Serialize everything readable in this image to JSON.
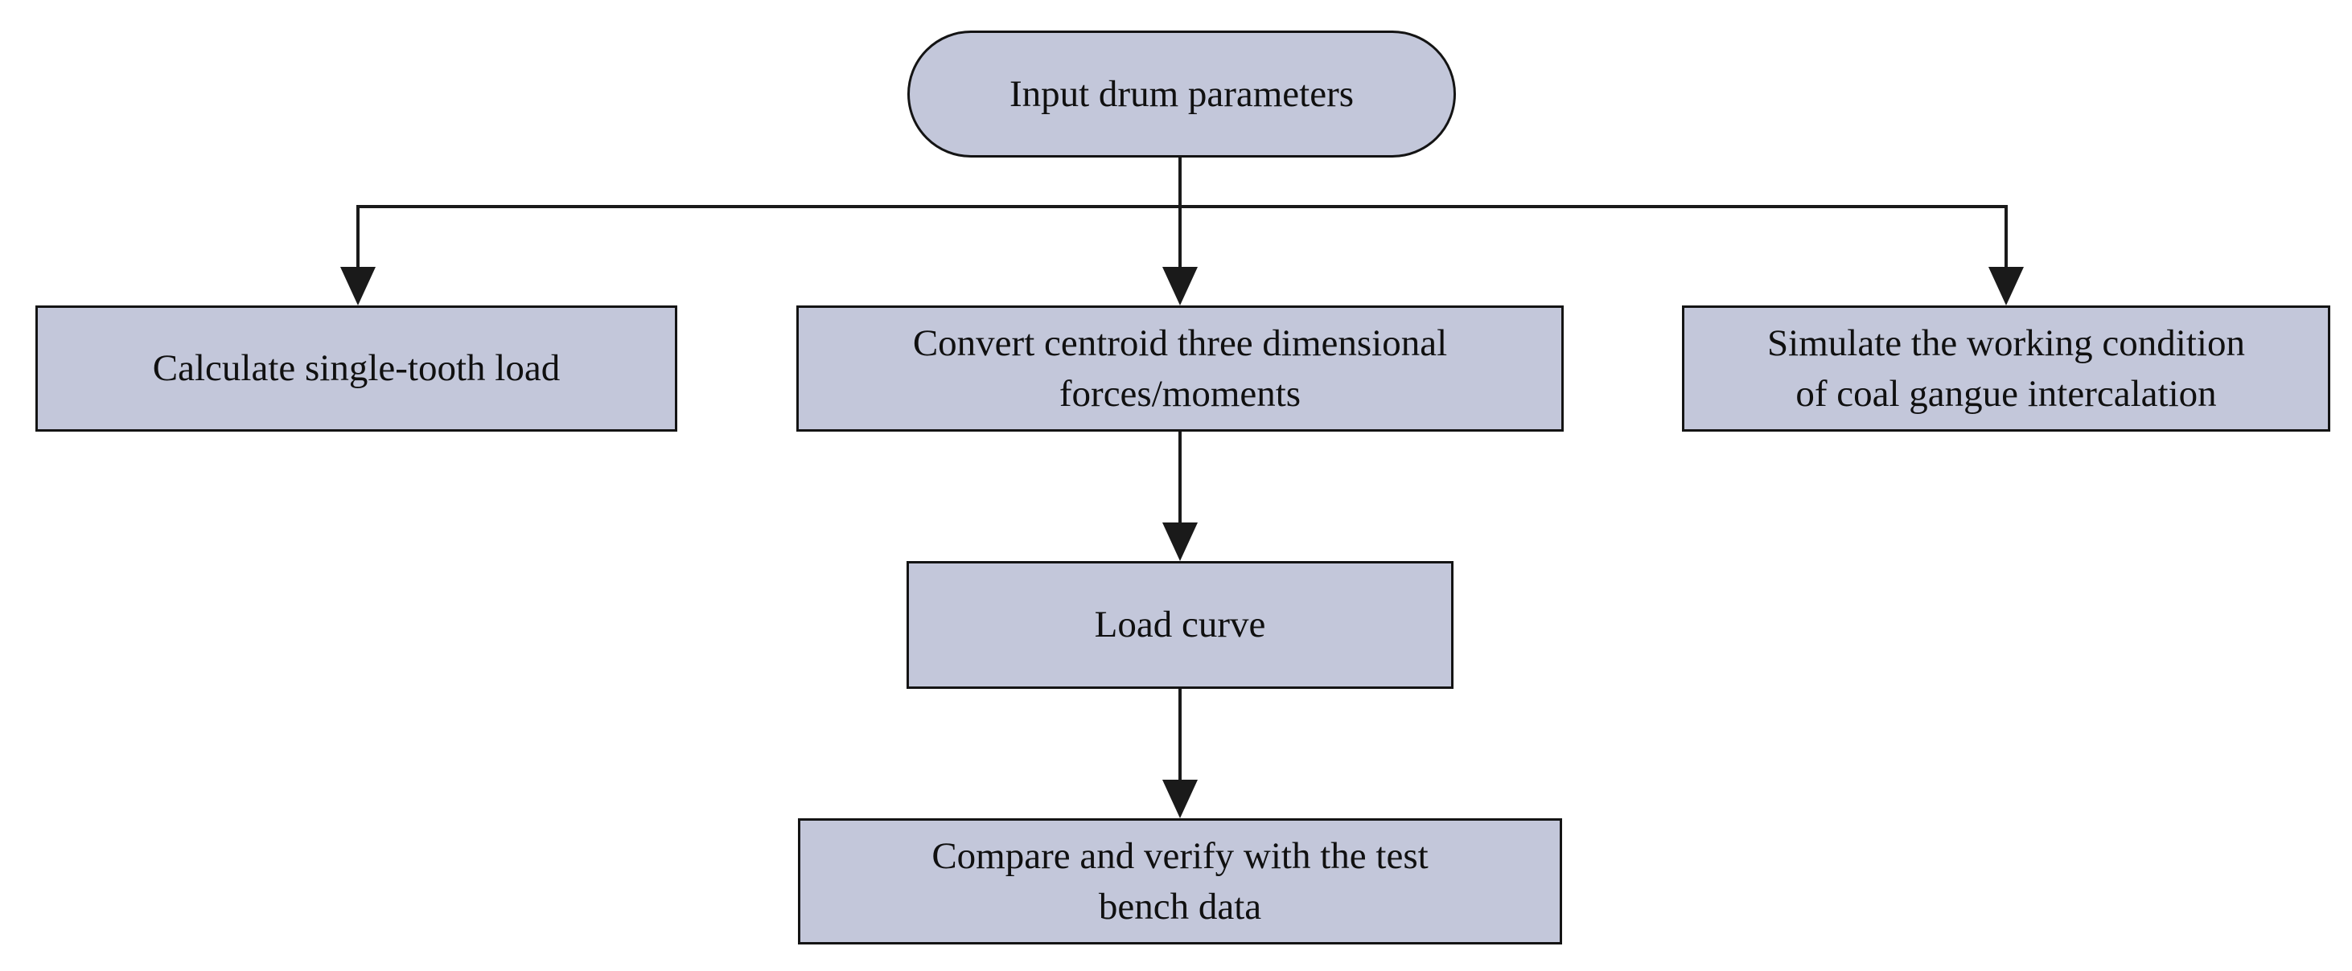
{
  "diagram": {
    "type": "flowchart",
    "nodes": {
      "input": {
        "label": "Input drum parameters",
        "shape": "stadium"
      },
      "calc": {
        "label": "Calculate single-tooth load",
        "shape": "rect"
      },
      "convert": {
        "label": "Convert centroid three dimensional\nforces/moments",
        "shape": "rect"
      },
      "simulate": {
        "label": "Simulate the working condition\nof coal gangue intercalation",
        "shape": "rect"
      },
      "load": {
        "label": "Load curve",
        "shape": "rect"
      },
      "compare": {
        "label": "Compare and verify with the test\nbench data",
        "shape": "rect"
      }
    },
    "edges": [
      {
        "from": "input",
        "to": "calc"
      },
      {
        "from": "input",
        "to": "convert"
      },
      {
        "from": "input",
        "to": "simulate"
      },
      {
        "from": "convert",
        "to": "load"
      },
      {
        "from": "load",
        "to": "compare"
      }
    ],
    "colors": {
      "node_fill": "#c3c7da",
      "node_border": "#141414",
      "connector": "#1a1a1a",
      "text": "#101010",
      "background": "#ffffff"
    }
  }
}
